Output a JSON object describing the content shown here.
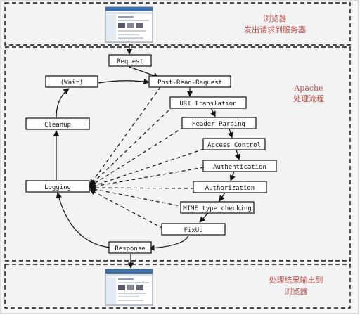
{
  "sections": {
    "browser_request_caption": [
      "浏览器",
      "发出请求到服务器"
    ],
    "apache_caption": [
      "Apache",
      "处理流程"
    ],
    "browser_result_caption": [
      "处理结果输出到",
      "浏览器"
    ]
  },
  "nodes": {
    "request": "Request",
    "wait": "(Wait)",
    "post_read_request": "Post-Read-Request",
    "uri_translation": "URI Translation",
    "header_parsing": "Header Parsing",
    "access_control": "Access Control",
    "authentication": "Authentication",
    "authorization": "Authorization",
    "mime_type_checking": "MIME type checking",
    "fixup": "FixUp",
    "response": "Response",
    "cleanup": "Cleanup",
    "logging": "Logging"
  },
  "colors": {
    "section_fill": "#f3f3f3",
    "outer_fill": "#f7f7f7",
    "caption": "#c0504d",
    "line": "#111111"
  },
  "icons": [
    "browser-window-icon-top",
    "browser-window-icon-bottom"
  ]
}
